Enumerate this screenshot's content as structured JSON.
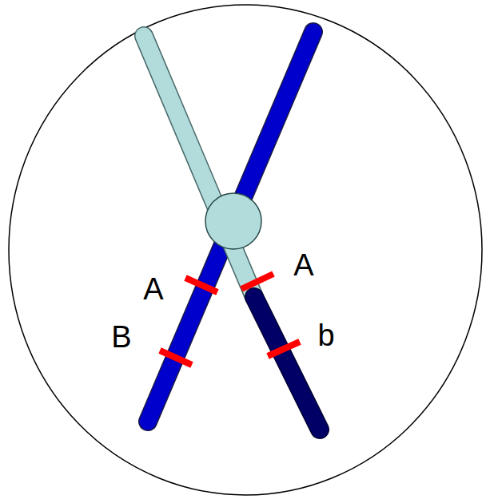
{
  "diagram": {
    "labels": [
      "A",
      "B",
      "A",
      "b"
    ]
  }
}
